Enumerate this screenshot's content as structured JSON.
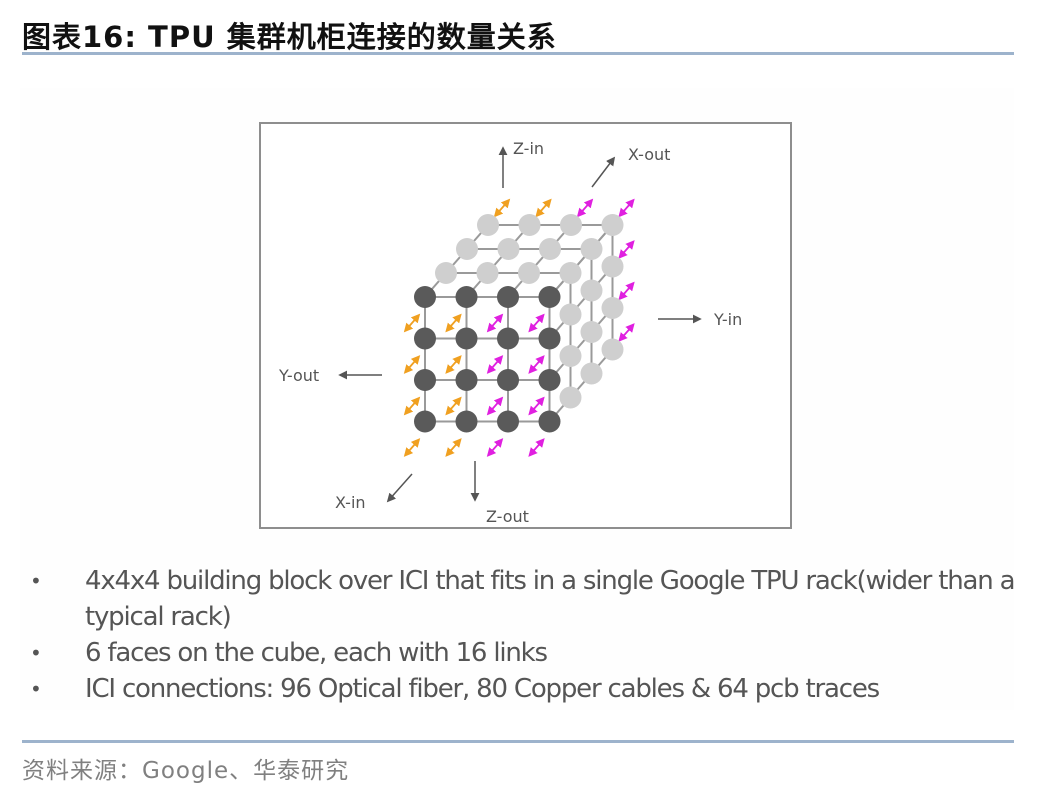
{
  "header": {
    "title": "图表16:  TPU 集群机柜连接的数量关系"
  },
  "diagram": {
    "description": "4x4x4 TPU cube with ICI links",
    "grid_size": 4,
    "colors": {
      "front_node": "#5a5a5a",
      "back_node": "#cfcfcf",
      "edge": "#9a9a9a",
      "orange_link": "#f0a020",
      "magenta_link": "#e020e0",
      "axis_arrow": "#555555"
    },
    "axis_labels": {
      "z_in": "Z-in",
      "x_out": "X-out",
      "y_in": "Y-in",
      "y_out": "Y-out",
      "x_in": "X-in",
      "z_out": "Z-out"
    }
  },
  "bullets": [
    {
      "symbol": "•",
      "text": "4x4x4 building block over ICI that fits in a single Google TPU rack(wider than a typical rack)"
    },
    {
      "symbol": "•",
      "text": "6 faces on the cube, each with 16 links"
    },
    {
      "symbol": "•",
      "text": "ICI connections: 96 Optical fiber, 80 Copper cables & 64 pcb traces"
    }
  ],
  "footer": {
    "source": "资料来源：Google、华泰研究"
  }
}
